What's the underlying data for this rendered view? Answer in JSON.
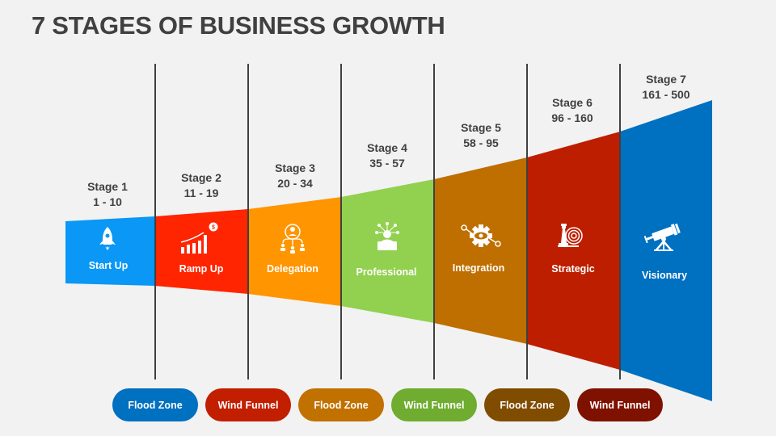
{
  "title": "7 STAGES OF BUSINESS GROWTH",
  "stages": [
    {
      "label": "Stage 1",
      "range": "1 - 10",
      "name": "Start Up",
      "icon": "rocket-icon",
      "color": "#0a97f5"
    },
    {
      "label": "Stage 2",
      "range": "11 - 19",
      "name": "Ramp Up",
      "icon": "growth-chart-icon",
      "color": "#ff2500"
    },
    {
      "label": "Stage 3",
      "range": "20 - 34",
      "name": "Delegation",
      "icon": "delegation-icon",
      "color": "#ff9500"
    },
    {
      "label": "Stage 4",
      "range": "35 - 57",
      "name": "Professional",
      "icon": "professional-icon",
      "color": "#92d050"
    },
    {
      "label": "Stage 5",
      "range": "58 - 95",
      "name": "Integration",
      "icon": "gear-integration-icon",
      "color": "#bf6e00"
    },
    {
      "label": "Stage 6",
      "range": "96 - 160",
      "name": "Strategic",
      "icon": "strategy-target-icon",
      "color": "#be1e00"
    },
    {
      "label": "Stage 7",
      "range": "161 - 500",
      "name": "Visionary",
      "icon": "telescope-icon",
      "color": "#0070c0"
    }
  ],
  "zones": [
    {
      "label": "Flood Zone",
      "color": "#0070c0"
    },
    {
      "label": "Wind Funnel",
      "color": "#c21e00"
    },
    {
      "label": "Flood Zone",
      "color": "#c17100"
    },
    {
      "label": "Wind Funnel",
      "color": "#6fac2f"
    },
    {
      "label": "Flood Zone",
      "color": "#804c00"
    },
    {
      "label": "Wind Funnel",
      "color": "#7f1100"
    }
  ]
}
